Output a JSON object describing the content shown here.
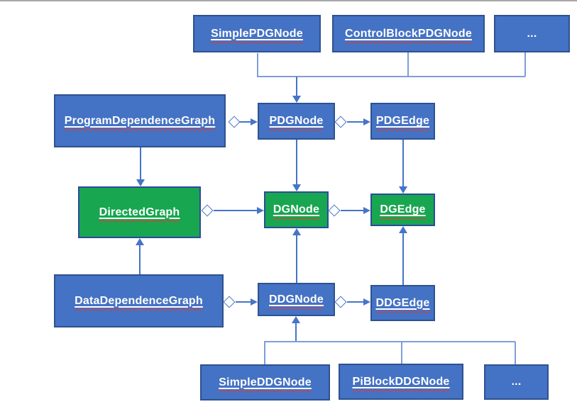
{
  "diagram": {
    "type": "uml-class-diagram",
    "palette": {
      "blue_fill": "#4472c4",
      "blue_border": "#2f528f",
      "green_fill": "#18a650",
      "green_border": "#2c4a9e",
      "connector": "#4674c8",
      "connector_light": "#7d9ed8",
      "label_color": "#ffffff",
      "spellcheck_squiggle": "#e8392b",
      "top_rule": "#a8a8a8"
    },
    "nodes": {
      "simple_pdg_node": {
        "label": "SimplePDGNode",
        "color": "blue"
      },
      "control_block_pdg_node": {
        "label": "ControlBlockPDGNode",
        "color": "blue"
      },
      "dots_top": {
        "label": "...",
        "color": "blue"
      },
      "program_dependence_graph": {
        "label": "ProgramDependenceGraph",
        "color": "blue"
      },
      "pdg_node": {
        "label": "PDGNode",
        "color": "blue"
      },
      "pdg_edge": {
        "label": "PDGEdge",
        "color": "blue"
      },
      "directed_graph": {
        "label": "DirectedGraph",
        "color": "green"
      },
      "dg_node": {
        "label": "DGNode",
        "color": "green"
      },
      "dg_edge": {
        "label": "DGEdge",
        "color": "green"
      },
      "data_dependence_graph": {
        "label": "DataDependenceGraph",
        "color": "blue"
      },
      "ddg_node": {
        "label": "DDGNode",
        "color": "blue"
      },
      "ddg_edge": {
        "label": "DDGEdge",
        "color": "blue"
      },
      "simple_ddg_node": {
        "label": "SimpleDDGNode",
        "color": "blue"
      },
      "pi_block_ddg_node": {
        "label": "PiBlockDDGNode",
        "color": "blue"
      },
      "dots_bottom": {
        "label": "...",
        "color": "blue"
      }
    },
    "edges": [
      {
        "from": "SimplePDGNode",
        "to": "PDGNode",
        "type": "elbow-inheritance-arrow"
      },
      {
        "from": "ControlBlockPDGNode",
        "to": "PDGNode",
        "type": "elbow-inheritance-arrow"
      },
      {
        "from": "... (top)",
        "to": "PDGNode",
        "type": "elbow-inheritance-arrow"
      },
      {
        "from": "ProgramDependenceGraph",
        "to": "PDGNode",
        "type": "aggregation-diamond-arrow"
      },
      {
        "from": "PDGNode",
        "to": "PDGEdge",
        "type": "aggregation-diamond-arrow"
      },
      {
        "from": "ProgramDependenceGraph",
        "to": "DirectedGraph",
        "type": "straight-arrow-down"
      },
      {
        "from": "PDGNode",
        "to": "DGNode",
        "type": "straight-arrow-down"
      },
      {
        "from": "PDGEdge",
        "to": "DGEdge",
        "type": "straight-arrow-down"
      },
      {
        "from": "DirectedGraph",
        "to": "DGNode",
        "type": "aggregation-diamond-arrow"
      },
      {
        "from": "DGNode",
        "to": "DGEdge",
        "type": "aggregation-diamond-arrow"
      },
      {
        "from": "DataDependenceGraph",
        "to": "DirectedGraph",
        "type": "straight-arrow-up"
      },
      {
        "from": "DDGNode",
        "to": "DGNode",
        "type": "straight-arrow-up"
      },
      {
        "from": "DDGEdge",
        "to": "DGEdge",
        "type": "straight-arrow-up"
      },
      {
        "from": "DataDependenceGraph",
        "to": "DDGNode",
        "type": "aggregation-diamond-arrow"
      },
      {
        "from": "DDGNode",
        "to": "DDGEdge",
        "type": "aggregation-diamond-arrow"
      },
      {
        "from": "SimpleDDGNode",
        "to": "DDGNode",
        "type": "elbow-inheritance-arrow"
      },
      {
        "from": "PiBlockDDGNode",
        "to": "DDGNode",
        "type": "elbow-inheritance-arrow"
      },
      {
        "from": "... (bottom)",
        "to": "DDGNode",
        "type": "elbow-inheritance-arrow"
      }
    ]
  }
}
